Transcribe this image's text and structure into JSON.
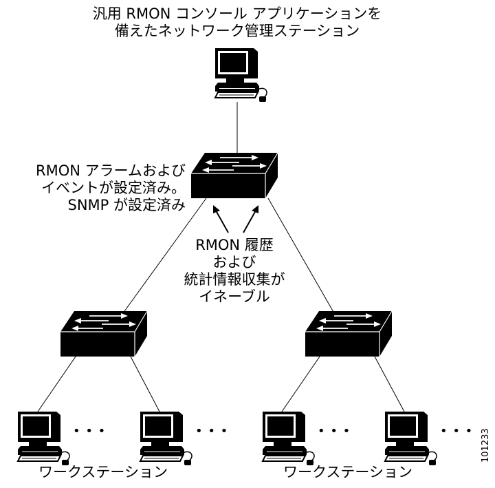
{
  "title": {
    "line1": "汎用 RMON コンソール アプリケーションを",
    "line2": "備えたネットワーク管理ステーション"
  },
  "switch_config": {
    "line1": "RMON アラームおよび",
    "line2": "イベントが設定済み。",
    "line3": "SNMP が設定済み"
  },
  "stats_label": {
    "line1": "RMON 履歴",
    "line2": "および",
    "line3": "統計情報収集が",
    "line4": "イネーブル"
  },
  "workstation_labels": {
    "left": "ワークステーション",
    "right": "ワークステーション"
  },
  "ellipsis": "• • •",
  "figure_id": "101233"
}
